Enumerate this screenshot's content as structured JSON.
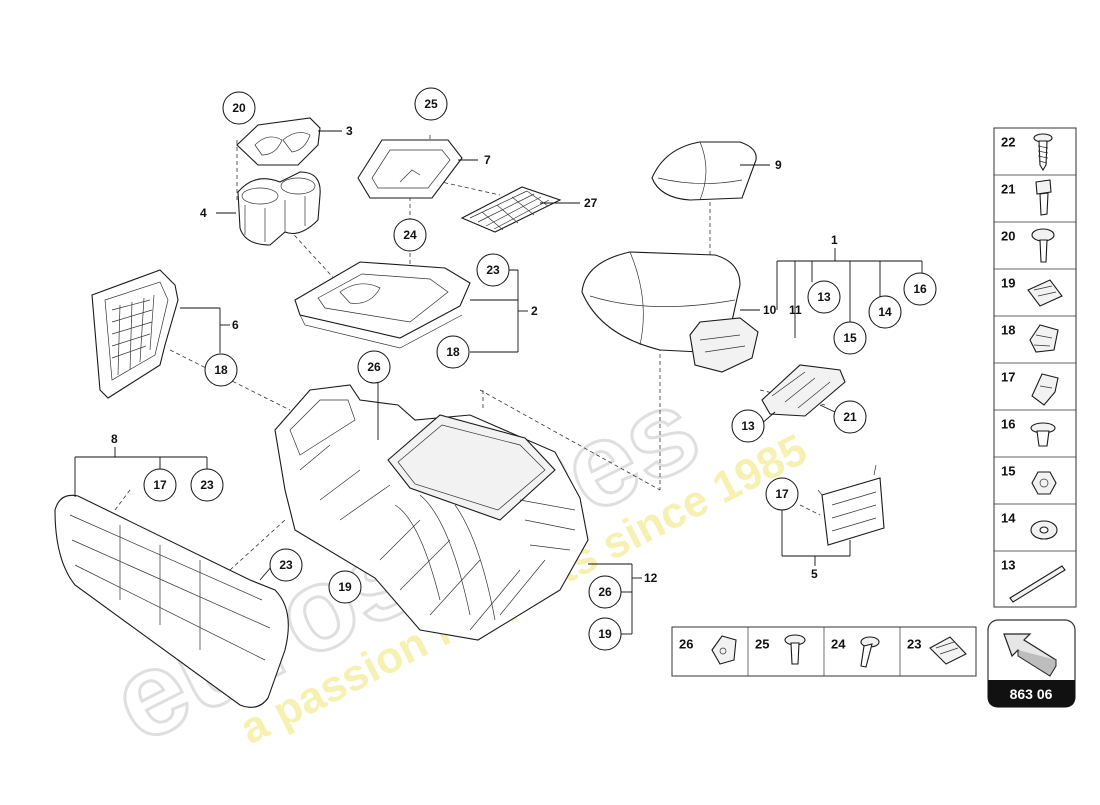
{
  "watermark": {
    "brand": "eurospares",
    "tagline": "a passion for parts since 1985"
  },
  "diagram_code": "863 06",
  "group_labels": {
    "p1": "1",
    "p2": "2",
    "p3": "3",
    "p4": "4",
    "p5": "5",
    "p6": "6",
    "p7": "7",
    "p8": "8",
    "p9": "9",
    "p10": "10",
    "p11": "11",
    "p12": "12",
    "p27": "27"
  },
  "callouts": {
    "c20": "20",
    "c25": "25",
    "c24": "24",
    "c23a": "23",
    "c18a": "18",
    "c18b": "18",
    "c26": "26",
    "c17a": "17",
    "c23b": "23",
    "c23c": "23",
    "c19a": "19",
    "c26b": "26",
    "c19b": "19",
    "c13a": "13",
    "c16": "16",
    "c14": "14",
    "c15": "15",
    "c13b": "13",
    "c21": "21",
    "c17b": "17"
  },
  "legend_right": [
    "22",
    "21",
    "20",
    "19",
    "18",
    "17",
    "16",
    "15",
    "14",
    "13"
  ],
  "legend_bottom": [
    "26",
    "25",
    "24",
    "23"
  ]
}
